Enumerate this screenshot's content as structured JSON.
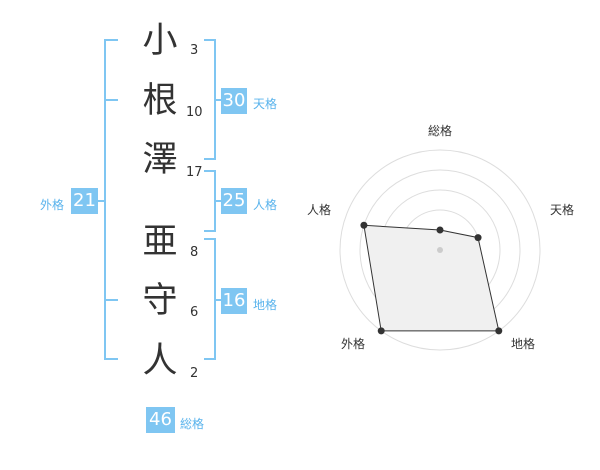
{
  "characters": [
    {
      "char": "小",
      "strokes": "3"
    },
    {
      "char": "根",
      "strokes": "10"
    },
    {
      "char": "澤",
      "strokes": "17"
    },
    {
      "char": "亜",
      "strokes": "8"
    },
    {
      "char": "守",
      "strokes": "6"
    },
    {
      "char": "人",
      "strokes": "2"
    }
  ],
  "fortunes": {
    "tenkaku": {
      "value": "30",
      "label": "天格"
    },
    "jinkaku": {
      "value": "25",
      "label": "人格"
    },
    "chikaku": {
      "value": "16",
      "label": "地格"
    },
    "gaikaku": {
      "value": "21",
      "label": "外格"
    },
    "soukaku": {
      "value": "46",
      "label": "総格"
    }
  },
  "colors": {
    "accent": "#7fc6f2",
    "accent_text": "#59b3ec",
    "bracket": "#7fc6f2"
  },
  "chart_data": {
    "type": "radar",
    "axes": [
      "総格",
      "天格",
      "地格",
      "外格",
      "人格"
    ],
    "values": [
      1,
      2,
      5,
      5,
      4
    ],
    "range": [
      0,
      5
    ],
    "rings": 5
  }
}
